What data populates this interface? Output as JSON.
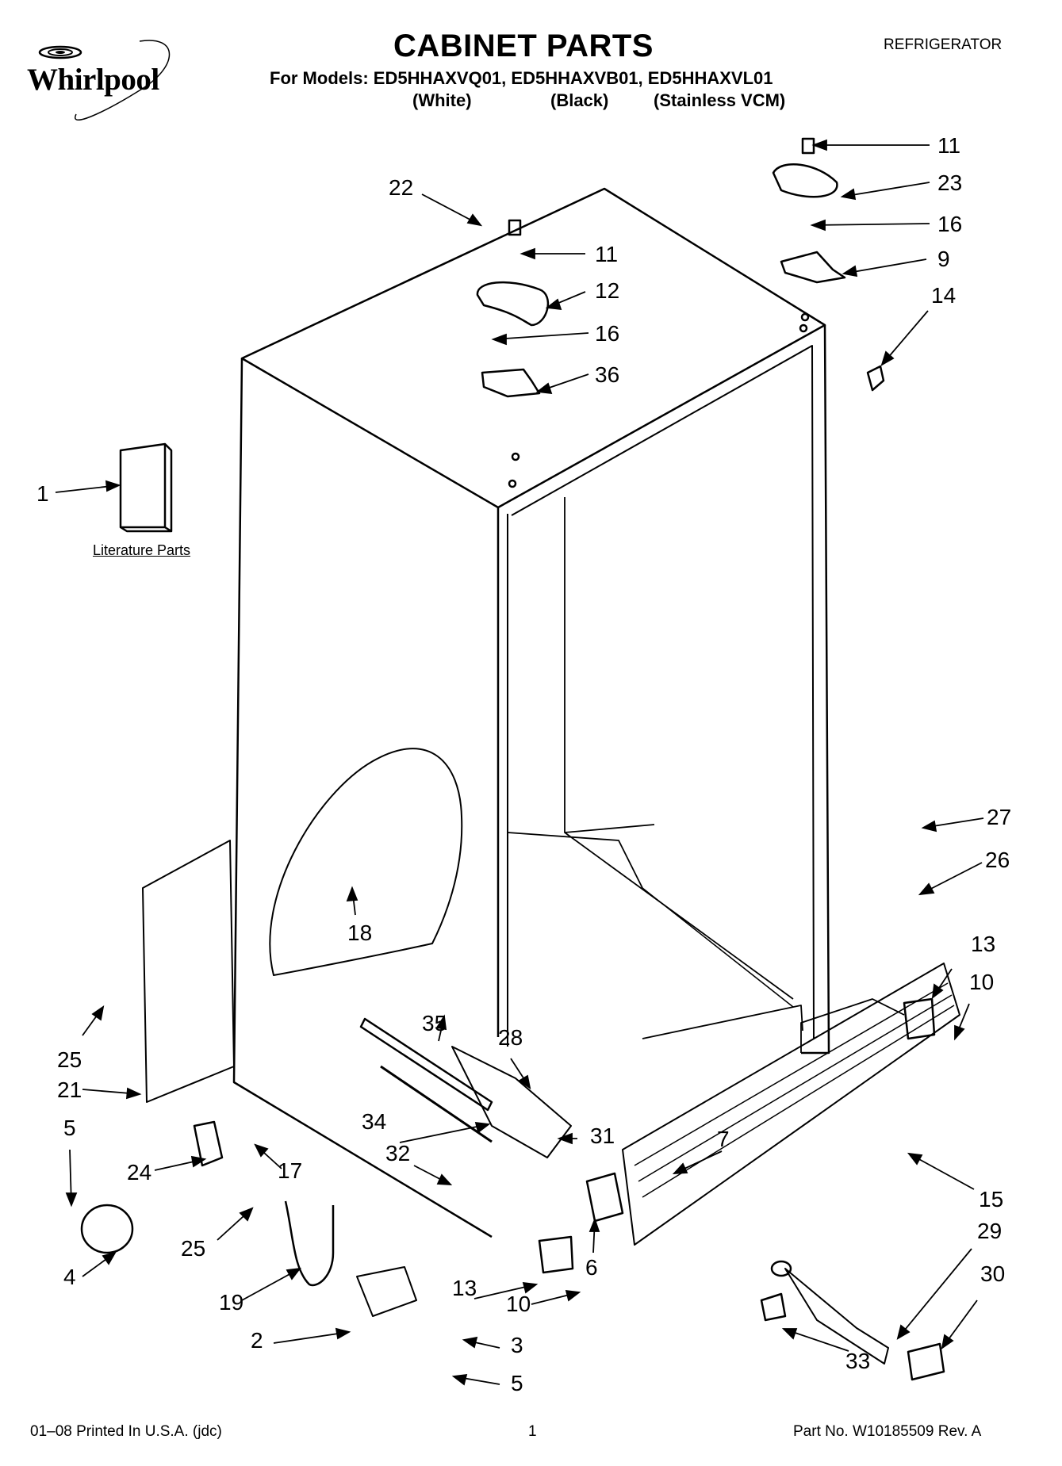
{
  "header": {
    "brand": "Whirlpool",
    "title": "CABINET PARTS",
    "models": "For Models: ED5HHAXVQ01, ED5HHAXVB01, ED5HHAXVL01",
    "variants": [
      "(White)",
      "(Black)",
      "(Stainless VCM)"
    ],
    "category": "REFRIGERATOR"
  },
  "literature_label": "Literature Parts",
  "callouts": [
    "1",
    "2",
    "3",
    "4",
    "5",
    "5",
    "6",
    "7",
    "9",
    "10",
    "10",
    "11",
    "11",
    "12",
    "13",
    "13",
    "14",
    "15",
    "16",
    "16",
    "17",
    "18",
    "19",
    "21",
    "22",
    "23",
    "24",
    "25",
    "25",
    "26",
    "27",
    "28",
    "29",
    "30",
    "31",
    "32",
    "33",
    "34",
    "35",
    "36"
  ],
  "footer": {
    "printed": "01–08 Printed In U.S.A. (jdc)",
    "page": "1",
    "part_no": "Part No. W10185509 Rev. A"
  }
}
